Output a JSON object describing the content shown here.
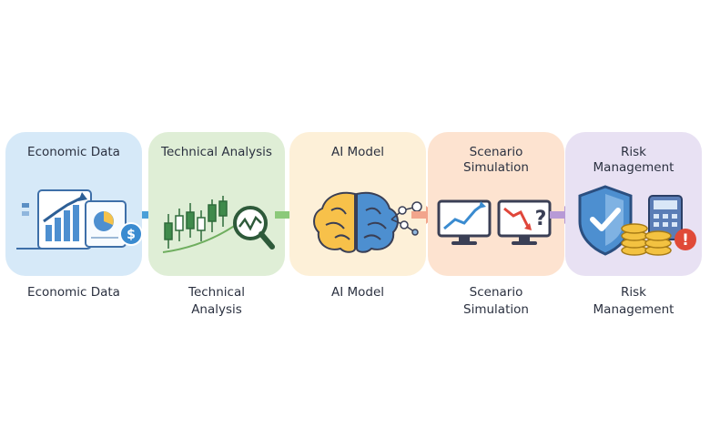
{
  "stages": [
    {
      "title_lines": [
        "Economic Data"
      ],
      "caption_lines": [
        "Economic Data"
      ],
      "color": "#d6e9f8",
      "icon": "economic-data-icon"
    },
    {
      "title_lines": [
        "Technical Analysis"
      ],
      "caption_lines": [
        "Technical",
        "Analysis"
      ],
      "color": "#dfeed6",
      "icon": "candlestick-magnifier-icon"
    },
    {
      "title_lines": [
        "AI Model"
      ],
      "caption_lines": [
        "AI Model"
      ],
      "color": "#fdf0d8",
      "icon": "brain-network-icon"
    },
    {
      "title_lines": [
        "Scenario",
        "Simulation"
      ],
      "caption_lines": [
        "Scenario",
        "Simulation"
      ],
      "color": "#fde3d0",
      "icon": "monitor-charts-icon"
    },
    {
      "title_lines": [
        "Risk",
        "Management"
      ],
      "caption_lines": [
        "Risk",
        "Management"
      ],
      "color": "#e8e1f3",
      "icon": "shield-coins-calculator-icon"
    }
  ],
  "arrow_colors": [
    "#4a9fd8",
    "#8bc97a",
    "#f2a58c",
    "#b79ad6"
  ],
  "accent_dollar": "$",
  "accent_question": "?",
  "accent_alert": "!"
}
